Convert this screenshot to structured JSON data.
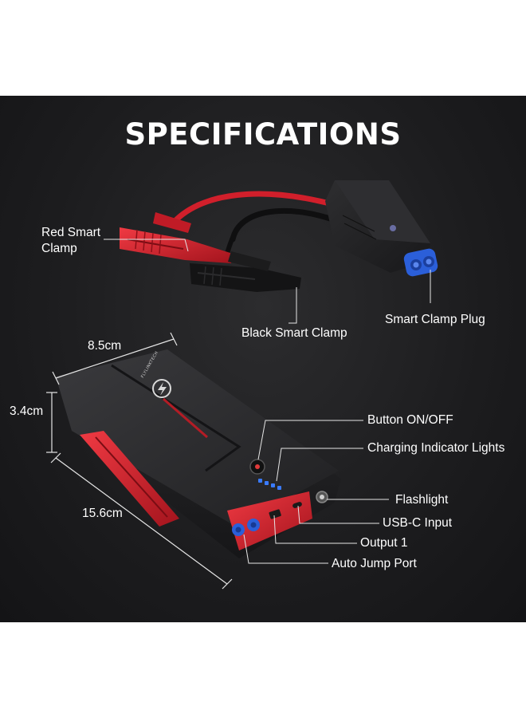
{
  "title": "SPECIFICATIONS",
  "brand_text": "FLYLINKTECH",
  "dimensions": {
    "width": "8.5cm",
    "height": "3.4cm",
    "length": "15.6cm"
  },
  "callouts": {
    "red_clamp": "Red Smart Clamp",
    "black_clamp": "Black Smart Clamp",
    "clamp_plug": "Smart Clamp Plug",
    "button": "Button ON/OFF",
    "indicator": "Charging Indicator Lights",
    "flashlight": "Flashlight",
    "usbc": "USB-C Input",
    "output": "Output 1",
    "jump_port": "Auto Jump Port"
  },
  "colors": {
    "background": "#1e1e20",
    "accent_red": "#d8232f",
    "device_body": "#2a2a2c",
    "plug_blue": "#2b5fd9",
    "text": "#ffffff"
  }
}
